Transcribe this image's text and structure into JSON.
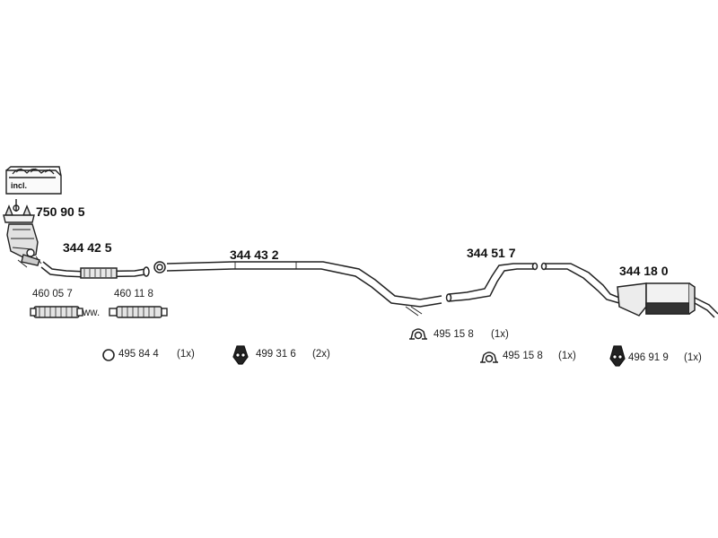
{
  "catalytic_kit": {
    "incl_label": "incl.",
    "part_number": "750 90 5"
  },
  "parts": {
    "front_pipe": "344 42 5",
    "middle_pipe": "344 43 2",
    "intermediate_pipe": "344 51 7",
    "rear_silencer": "344 18 0"
  },
  "flex_pipes": {
    "left": "460 05 7",
    "right": "460 11 8",
    "alternative_label": "ww."
  },
  "fittings": {
    "ring": "495 84 4",
    "ring_qty": "(1x)",
    "hanger_a": "499 31 6",
    "hanger_a_qty": "(2x)",
    "clamp_upper": "495 15 8",
    "clamp_upper_qty": "(1x)",
    "clamp_lower": "495 15 8",
    "clamp_lower_qty": "(1x)",
    "hanger_b": "496 91 9",
    "hanger_b_qty": "(1x)"
  },
  "colors": {
    "line": "#222222",
    "fill_dark": "#333333",
    "fill_light": "#e6e6e6",
    "background": "#ffffff"
  }
}
